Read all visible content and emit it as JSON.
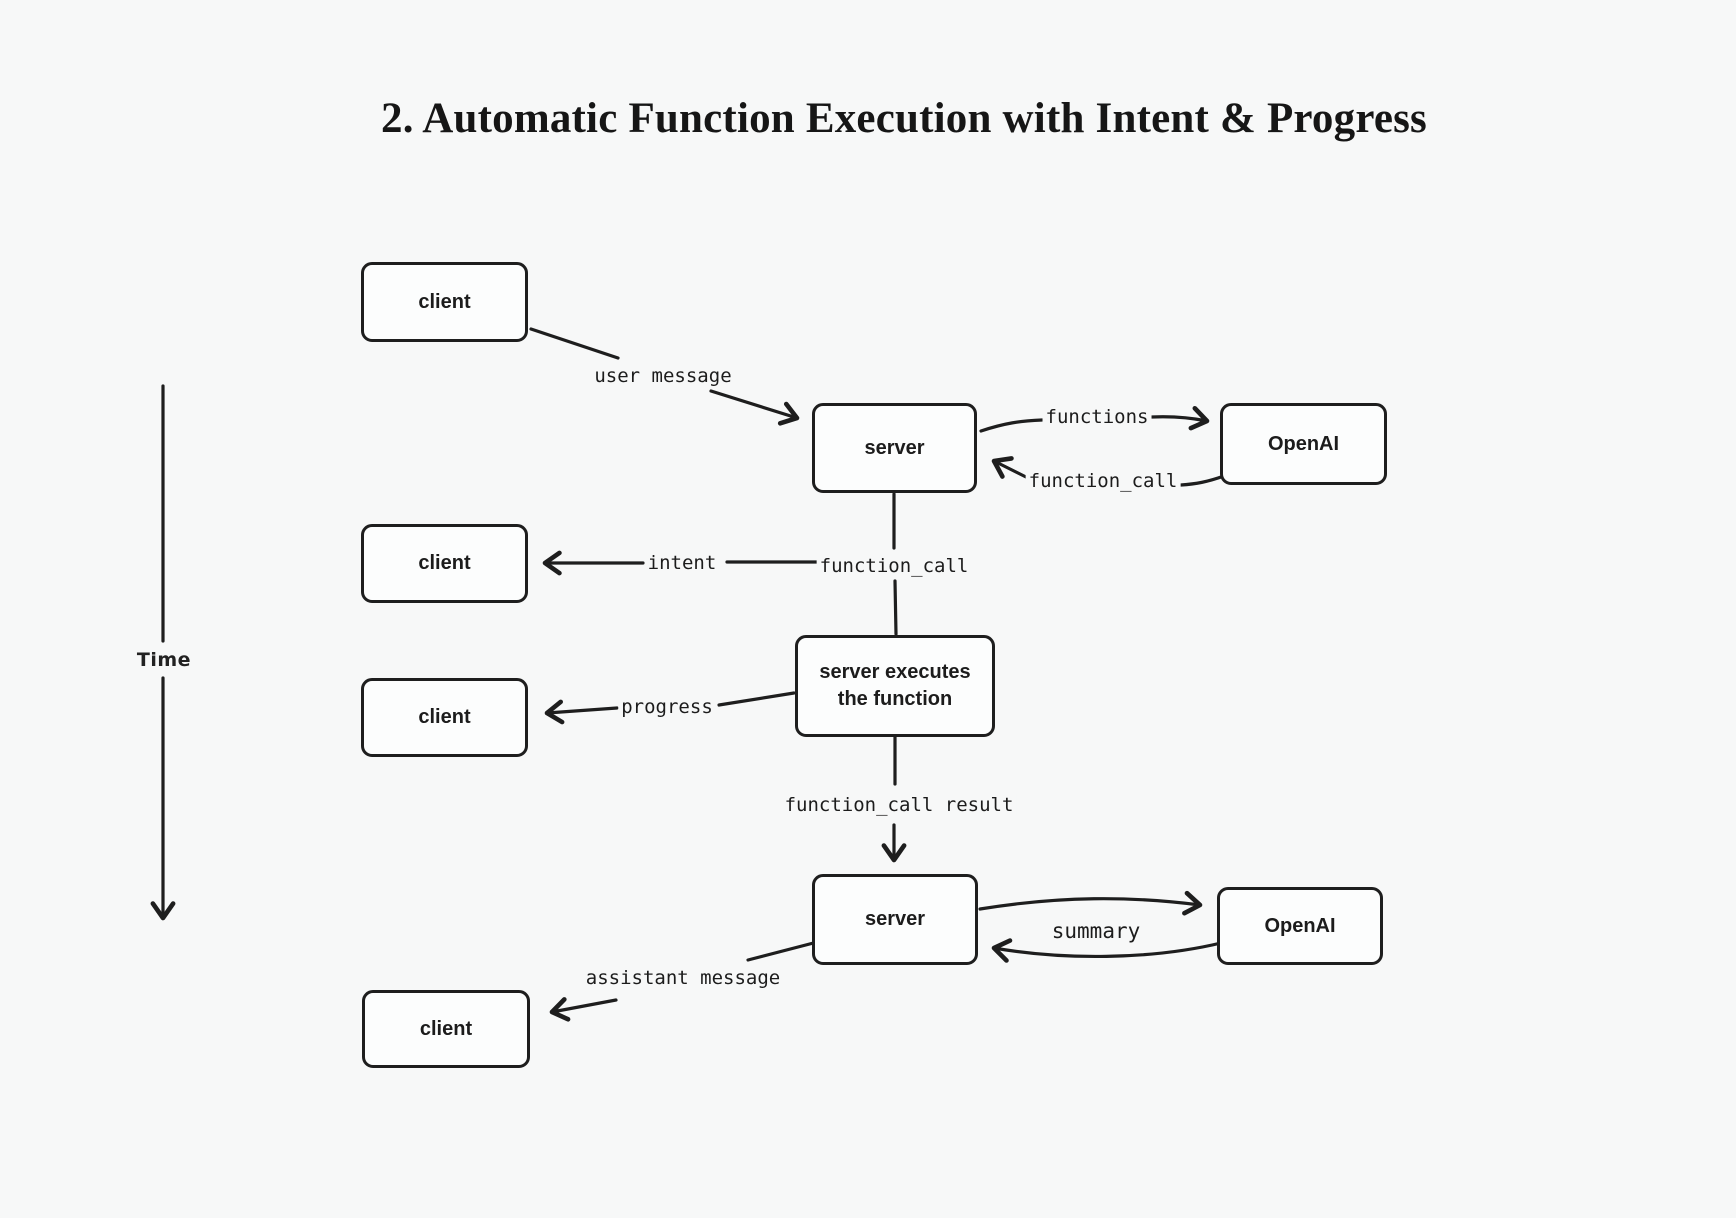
{
  "title": "2. Automatic Function Execution with Intent & Progress",
  "time_axis": {
    "label": "Time"
  },
  "nodes": {
    "client1": {
      "label": "client"
    },
    "server1": {
      "label": "server"
    },
    "openai1": {
      "label": "OpenAI"
    },
    "client2": {
      "label": "client"
    },
    "exec": {
      "label_line1": "server executes",
      "label_line2": "the function"
    },
    "client3": {
      "label": "client"
    },
    "server2": {
      "label": "server"
    },
    "openai2": {
      "label": "OpenAI"
    },
    "client4": {
      "label": "client"
    }
  },
  "edges": {
    "user_message": {
      "label": "user message"
    },
    "functions": {
      "label": "functions"
    },
    "function_call_return": {
      "label": "function_call"
    },
    "function_call_down": {
      "label": "function_call"
    },
    "intent": {
      "label": "intent"
    },
    "progress": {
      "label": "progress"
    },
    "function_call_result": {
      "label": "function_call result"
    },
    "summary": {
      "label": "summary"
    },
    "assistant_message": {
      "label": "assistant message"
    }
  },
  "colors": {
    "background": "#f7f8f8",
    "stroke": "#1e1e1e",
    "box_fill": "#fcfdfd"
  }
}
